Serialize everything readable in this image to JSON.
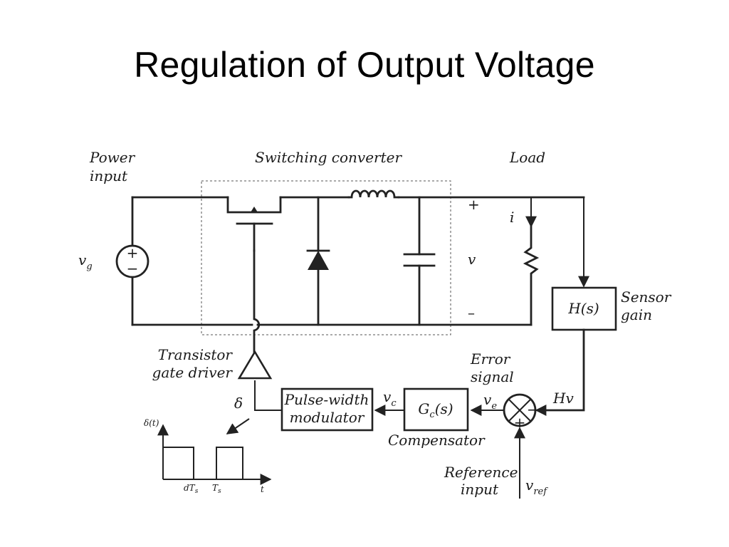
{
  "slide": {
    "title": "Regulation of Output Voltage"
  },
  "labels": {
    "power_input_1": "Power",
    "power_input_2": "input",
    "switching_converter": "Switching converter",
    "load": "Load",
    "vg_main": "v",
    "vg_sub": "g",
    "source_plus": "+",
    "source_minus": "−",
    "out_plus": "+",
    "out_minus": "–",
    "v": "v",
    "i": "i",
    "sensor_1": "Sensor",
    "sensor_2": "gain",
    "sensor_box": "H(s)",
    "gate_driver_1": "Transistor",
    "gate_driver_2": "gate driver",
    "delta": "δ",
    "pwm_1": "Pulse-width",
    "pwm_2": "modulator",
    "vc_main": "v",
    "vc_sub": "c",
    "comp_main": "G",
    "comp_sub": "c",
    "comp_rest": "(s)",
    "compensator": "Compensator",
    "ve_main": "v",
    "ve_sub": "e",
    "error_1": "Error",
    "error_2": "signal",
    "hv": "Hv",
    "summer_plus": "+",
    "summer_minus": "−",
    "ref_1": "Reference",
    "ref_2": "input",
    "vref_main": "v",
    "vref_sub": "ref",
    "wave_delta": "δ(t)",
    "wave_dts": "dT",
    "wave_dts_sub": "s",
    "wave_ts": "T",
    "wave_ts_sub": "s",
    "wave_t": "t"
  }
}
